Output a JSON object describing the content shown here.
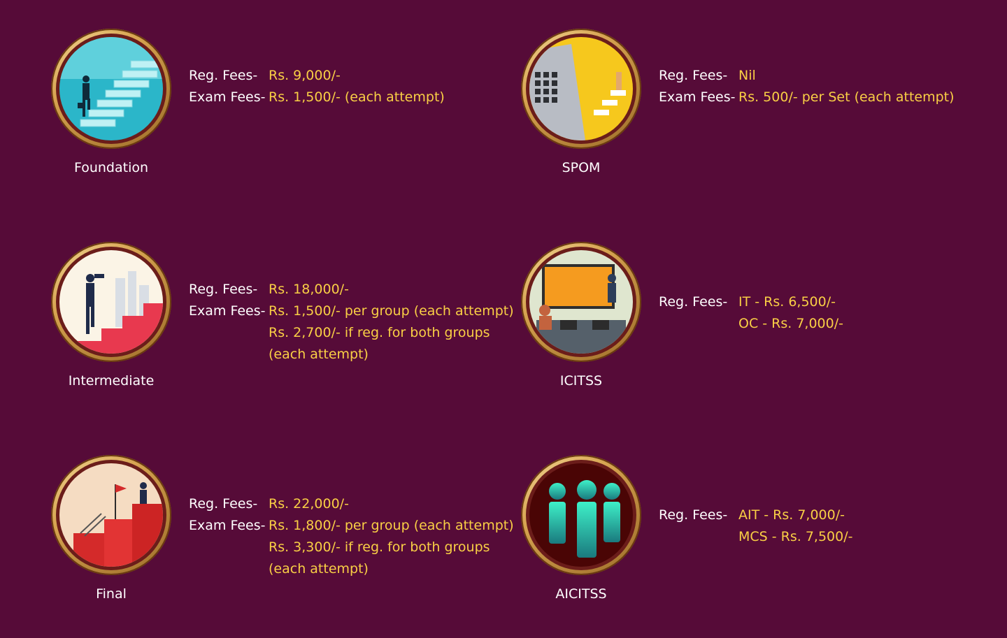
{
  "labels": {
    "reg": "Reg. Fees-",
    "exam": "Exam Fees-"
  },
  "courses": [
    {
      "name": "Foundation",
      "image_icon": "staircase-businessman-icon",
      "reg_values": [
        "Rs. 9,000/-"
      ],
      "exam_values": [
        "Rs. 1,500/- (each attempt)"
      ]
    },
    {
      "name": "SPOM",
      "image_icon": "laptop-steps-icon",
      "reg_values": [
        "Nil"
      ],
      "exam_values": [
        "Rs. 500/- per Set (each attempt)"
      ]
    },
    {
      "name": "Intermediate",
      "image_icon": "businessman-binoculars-icon",
      "reg_values": [
        "Rs. 18,000/-"
      ],
      "exam_values": [
        "Rs. 1,500/- per group (each attempt)",
        "Rs. 2,700/- if reg. for both groups",
        "(each attempt)"
      ]
    },
    {
      "name": "ICITSS",
      "image_icon": "classroom-training-icon",
      "reg_values": [
        "IT - Rs. 6,500/-",
        "OC - Rs. 7,000/-"
      ],
      "exam_values": []
    },
    {
      "name": "Final",
      "image_icon": "flag-on-blocks-icon",
      "reg_values": [
        "Rs. 22,000/-"
      ],
      "exam_values": [
        "Rs. 1,800/- per group (each attempt)",
        "Rs. 3,300/- if reg. for both groups",
        "(each attempt)"
      ]
    },
    {
      "name": "AICITSS",
      "image_icon": "team-people-icon",
      "reg_values": [
        "AIT - Rs. 7,000/-",
        "MCS - Rs. 7,500/-"
      ],
      "exam_values": []
    }
  ],
  "colors": {
    "background": "#560b38",
    "value_text": "#f9cf45",
    "label_text": "#ffffff",
    "medal_gold": "#d6a350"
  }
}
